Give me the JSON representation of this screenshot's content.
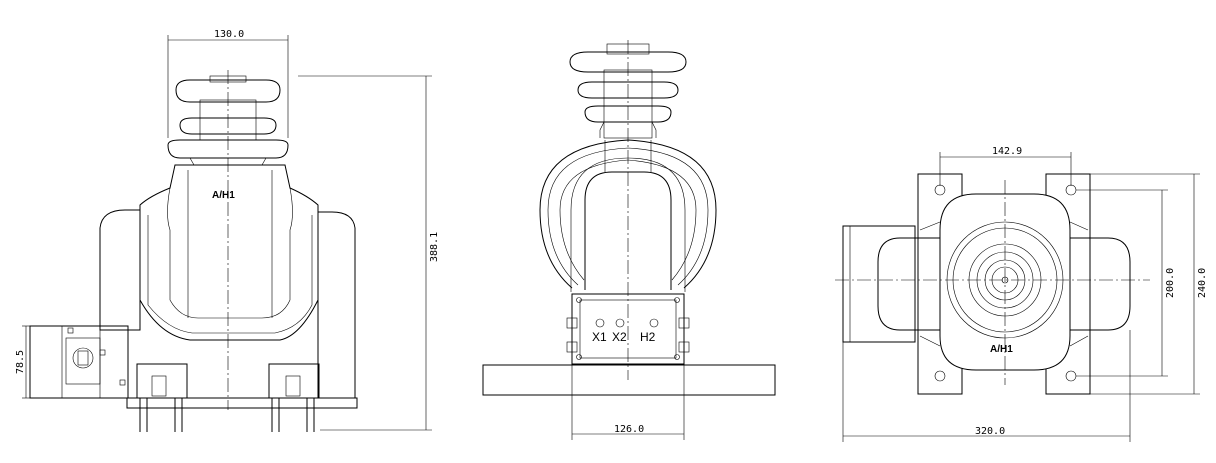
{
  "labels": {
    "front_label": "A/H1",
    "top_label": "A/H1",
    "terminals": [
      "X1",
      "X2",
      "H2"
    ]
  },
  "dimensions": {
    "bushing_width": "130.0",
    "total_height": "388.1",
    "box_height": "78.5",
    "base_width_side": "126.0",
    "hole_spacing_x": "142.9",
    "hole_spacing_y": "200.0",
    "plate_depth": "240.0",
    "overall_length": "320.0"
  }
}
